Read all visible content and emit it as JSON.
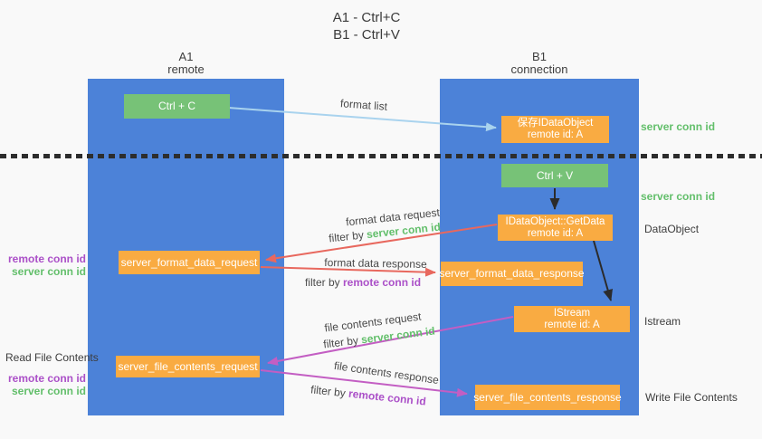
{
  "title": {
    "line1": "A1 - Ctrl+C",
    "line2": "B1 - Ctrl+V"
  },
  "lanes": {
    "a1": {
      "name": "A1",
      "role": "remote"
    },
    "b1": {
      "name": "B1",
      "role": "connection"
    }
  },
  "boxes": {
    "ctrl_c": {
      "label": "Ctrl + C"
    },
    "save_dataobject": {
      "line1": "保存IDataObject",
      "line2": "remote id: A"
    },
    "ctrl_v": {
      "label": "Ctrl + V"
    },
    "getdata": {
      "line1": "IDataObject::GetData",
      "line2": "remote id: A"
    },
    "format_request": {
      "label": "server_format_data_request"
    },
    "format_response": {
      "label": "server_format_data_response"
    },
    "istream": {
      "line1": "IStream",
      "line2": "remote id: A"
    },
    "file_request": {
      "label": "server_file_contents_request"
    },
    "file_response": {
      "label": "server_file_contents_response"
    }
  },
  "arrow_labels": {
    "format_list": "format list",
    "format_data_request": "format data request",
    "format_data_response": "format data response",
    "file_contents_request": "file contents request",
    "file_contents_response": "file contents response",
    "filter_by": "filter by",
    "server_conn_id": "server conn id",
    "remote_conn_id": "remote conn id"
  },
  "side_labels": {
    "server_conn_id": "server conn id",
    "remote_conn_id": "remote conn id",
    "dataobject": "DataObject",
    "istream": "Istream",
    "read_file_contents": "Read File Contents",
    "write_file_contents": "Write File Contents"
  },
  "colors": {
    "lane_blue": "#4c82d8",
    "box_green": "#77c277",
    "box_orange": "#f9ab42",
    "arrow_light_blue": "#a9d3ee",
    "arrow_red": "#e8685e",
    "arrow_magenta": "#c35ec3",
    "arrow_black": "#2b2b2b",
    "text_green": "#63bf6b",
    "text_purple": "#ab50c8"
  }
}
